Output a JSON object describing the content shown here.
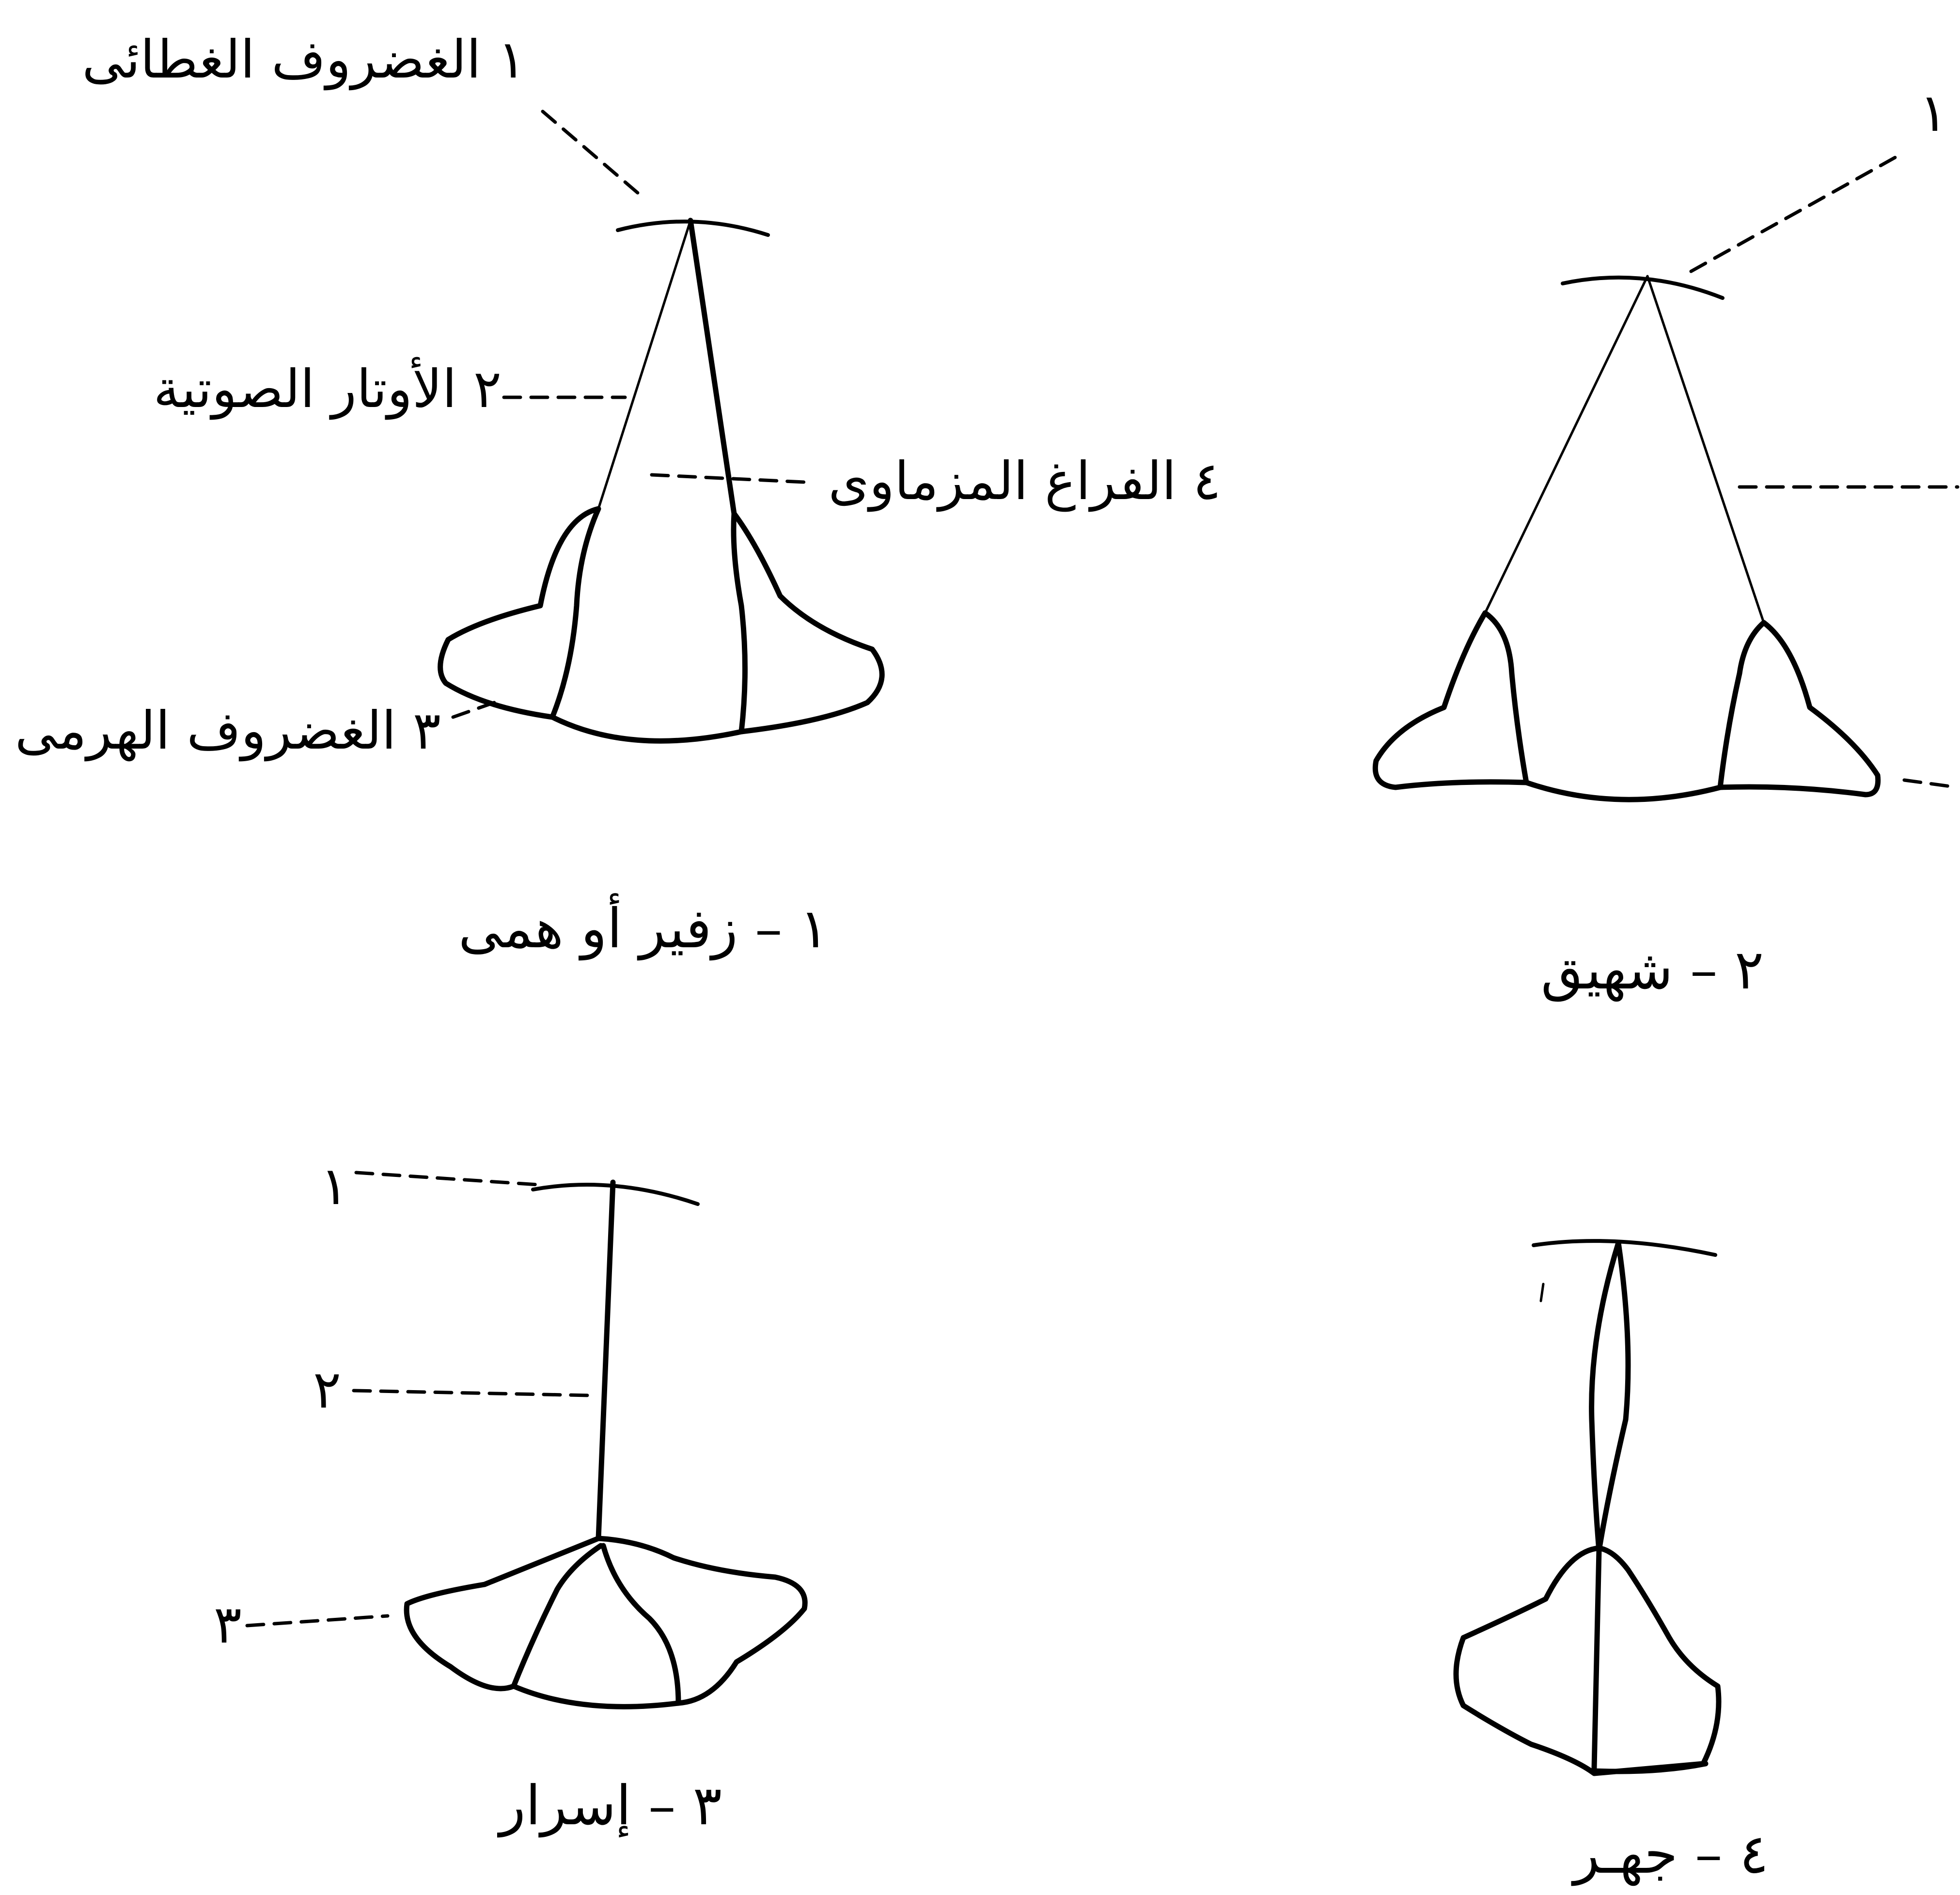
{
  "figure1": {
    "label_epiglottis": "١ الغضروف الغطائى",
    "label_vocal_cords": "٢ الأوتار الصوتية",
    "label_glottis": "٤ الفراغ المزماوى",
    "label_arytenoid": "٣ الغضروف الهرمى",
    "caption": "١ – زفير أو همى"
  },
  "figure2": {
    "label_1": "١",
    "caption": "٢ – شهيق"
  },
  "figure3": {
    "label_1": "١",
    "label_2": "٢",
    "label_3": "٣",
    "caption": "٣ – إسرار"
  },
  "figure4": {
    "caption": "٤ – جهـر"
  }
}
